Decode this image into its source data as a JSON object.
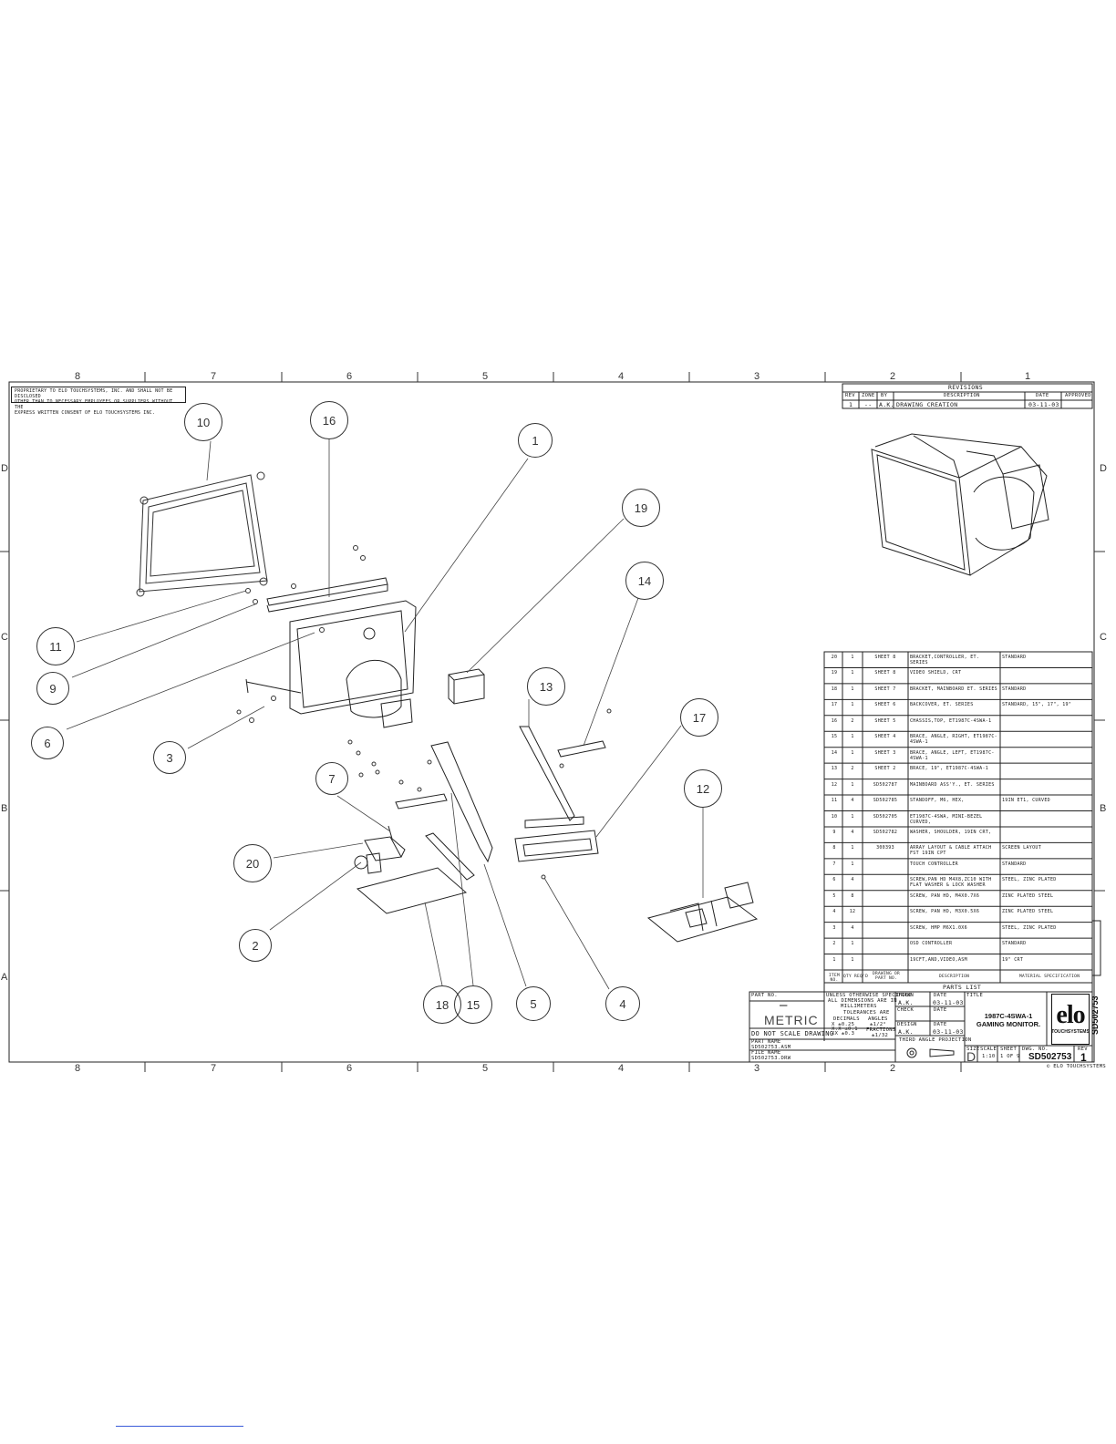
{
  "proprietary_note": [
    "PROPRIETARY TO ELO TOUCHSYSTEMS, INC. AND SHALL NOT BE DISCLOSED",
    "OTHER THAN TO NECESSARY EMPLOYEES OR SUPPLIERS WITHOUT THE",
    "EXPRESS WRITTEN CONSENT OF ELO TOUCHSYSTEMS INC."
  ],
  "zones_top": [
    "8",
    "7",
    "6",
    "5",
    "4",
    "3",
    "2",
    "1"
  ],
  "zones_side_left": [
    "D",
    "C",
    "B",
    "A"
  ],
  "zones_side_right": [
    "D",
    "C",
    "B"
  ],
  "callouts": [
    "10",
    "16",
    "1",
    "19",
    "14",
    "11",
    "9",
    "6",
    "3",
    "13",
    "17",
    "7",
    "12",
    "20",
    "2",
    "18",
    "15",
    "5",
    "4"
  ],
  "revisions": {
    "title": "REVISIONS",
    "headers": [
      "REV",
      "ZONE",
      "BY",
      "DESCRIPTION",
      "DATE",
      "APPROVED"
    ],
    "rows": [
      [
        "1",
        "--",
        "A.K.",
        "DRAWING CREATION",
        "03-11-03",
        ""
      ]
    ]
  },
  "parts_list": {
    "title": "PARTS LIST",
    "headers": [
      "ITEM NO.",
      "QTY REQ'D",
      "DRAWING OR PART NO.",
      "DESCRIPTION",
      "MATERIAL SPECIFICATION"
    ],
    "rows": [
      [
        "20",
        "1",
        "SHEET 8",
        "BRACKET,CONTROLLER, ET. SERIES",
        "STANDARD"
      ],
      [
        "19",
        "1",
        "SHEET 8",
        "VIDEO SHIELD, CRT",
        ""
      ],
      [
        "18",
        "1",
        "SHEET 7",
        "BRACKET, MAINBOARD ET. SERIES",
        "STANDARD"
      ],
      [
        "17",
        "1",
        "SHEET 6",
        "BACKCOVER, ET. SERIES",
        "STANDARD, 15\", 17\", 19\""
      ],
      [
        "16",
        "2",
        "SHEET 5",
        "CHASSIS,TOP, ET1987C-4SWA-1",
        ""
      ],
      [
        "15",
        "1",
        "SHEET 4",
        "BRACE, ANGLE, RIGHT, ET1987C-4SWA-1",
        ""
      ],
      [
        "14",
        "1",
        "SHEET 3",
        "BRACE, ANGLE, LEFT, ET1987C-4SWA-1",
        ""
      ],
      [
        "13",
        "2",
        "SHEET 2",
        "BRACE, 19\", ET1987C-4SWA-1",
        ""
      ],
      [
        "12",
        "1",
        "SD502787",
        "MAINBOARD ASS'Y., ET. SERIES",
        ""
      ],
      [
        "11",
        "4",
        "SD502785",
        "STANDOFF, M6, HEX,",
        "19IN ET1, CURVED"
      ],
      [
        "10",
        "1",
        "SD502705",
        "ET1987C-4SWA, MINI-BEZEL CURVED,",
        ""
      ],
      [
        "9",
        "4",
        "SD502782",
        "WASHER, SHOULDER, 19IN CRT,",
        ""
      ],
      [
        "8",
        "1",
        "300393",
        "ARRAY LAYOUT & CABLE ATTACH FST 19IN CPT",
        "SCREEN LAYOUT"
      ],
      [
        "7",
        "1",
        "",
        "TOUCH CONTROLLER",
        "STANDARD"
      ],
      [
        "6",
        "4",
        "",
        "SCREW,PAN HD M4X8,ZC10 WITH FLAT WASHER & LOCK WASHER",
        "STEEL, ZINC PLATED"
      ],
      [
        "5",
        "8",
        "",
        "SCREW, PAN HD, M4X0.7X6",
        "ZINC PLATED STEEL"
      ],
      [
        "4",
        "12",
        "",
        "SCREW, PAN HD, M3X0.5X6",
        "ZINC PLATED STEEL"
      ],
      [
        "3",
        "4",
        "",
        "SCREW, HMP M6X1.0X6",
        "STEEL, ZINC PLATED"
      ],
      [
        "2",
        "1",
        "",
        "OSD CONTROLLER",
        "STANDARD"
      ],
      [
        "1",
        "1",
        "",
        "19CFT,AND,VIDEO,ASM",
        "19\" CRT"
      ]
    ]
  },
  "title_block": {
    "part_no_label": "PART NO.",
    "part_no_value": "—",
    "tolerance_note": [
      "UNLESS OTHERWISE SPECIFIED",
      "ALL DIMENSIONS ARE IN",
      "MILLIMETERS"
    ],
    "tolerances_label": "TOLERANCES ARE",
    "decimals_label": "DECIMALS",
    "angles_label": "ANGLES",
    "decimals_values": [
      "X ±0.25",
      "X.X ±0.1",
      "XX ±0.3"
    ],
    "angles_value": "±1/2°",
    "fractions_label": "FRACTIONS",
    "fractions_value": "±1/32",
    "units": "METRIC",
    "no_scale": "DO NOT SCALE DRAWING",
    "part_name_label": "PART NAME",
    "part_name_value": "SD502753.ASM",
    "file_name_label": "FILE NAME",
    "file_name_value": "SD502753.DRW",
    "drawn_label": "DRAWN",
    "drawn_by": "A.K.",
    "date_label": "DATE",
    "drawn_date": "03-11-03",
    "check_label": "CHECK",
    "design_label": "DESIGN",
    "design_by": "A.K.",
    "design_date": "03-11-03",
    "projection": "THIRD ANGLE PROJECTION",
    "title_label": "TITLE",
    "title_line1": "1987C-4SWA-1",
    "title_line2": "GAMING MONITOR.",
    "size_label": "SIZE",
    "size_value": "D",
    "scale_label": "SCALE",
    "scale_value": "1:10",
    "sheet_label": "SHEET",
    "sheet_value": "1 OF 9",
    "dwg_label": "DWG. NO.",
    "dwg_value": "SD502753",
    "rev_label": "REV",
    "rev_value": "1",
    "side_number": "SD502753",
    "copyright": "© ELO TOUCHSYSTEMS"
  },
  "logo": {
    "word": "elo",
    "sub": "TOUCHSYSTEMS"
  }
}
